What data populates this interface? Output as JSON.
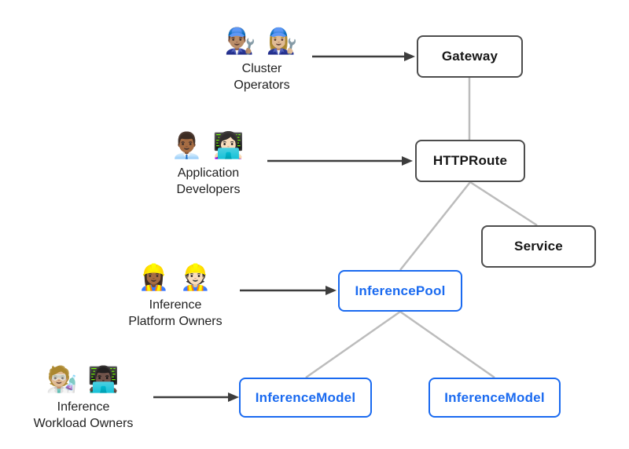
{
  "colors": {
    "background": "#ffffff",
    "accent_blue": "#1a6af0",
    "node_border_gray": "#4d4d4d",
    "connector_gray": "#bcbcbc",
    "arrow_dark": "#3d3d3d",
    "text": "#1f1f1f"
  },
  "actors": [
    {
      "emoji": "👨🏽‍🔧 👩🏼‍🔧",
      "label": "Cluster\nOperators"
    },
    {
      "emoji": "👨🏾‍💼 👩🏻‍💻",
      "label": "Application\nDevelopers"
    },
    {
      "emoji": "👷🏾‍♀️ 👷🏻",
      "label": "Inference\nPlatform Owners"
    },
    {
      "emoji": "🧑🏼‍🔬 👨🏿‍💻",
      "label": "Inference\nWorkload Owners"
    }
  ],
  "nodes": [
    {
      "label": "Gateway"
    },
    {
      "label": "HTTPRoute"
    },
    {
      "label": "Service"
    },
    {
      "label": "InferencePool"
    },
    {
      "label": "InferenceModel"
    },
    {
      "label": "InferenceModel"
    }
  ]
}
